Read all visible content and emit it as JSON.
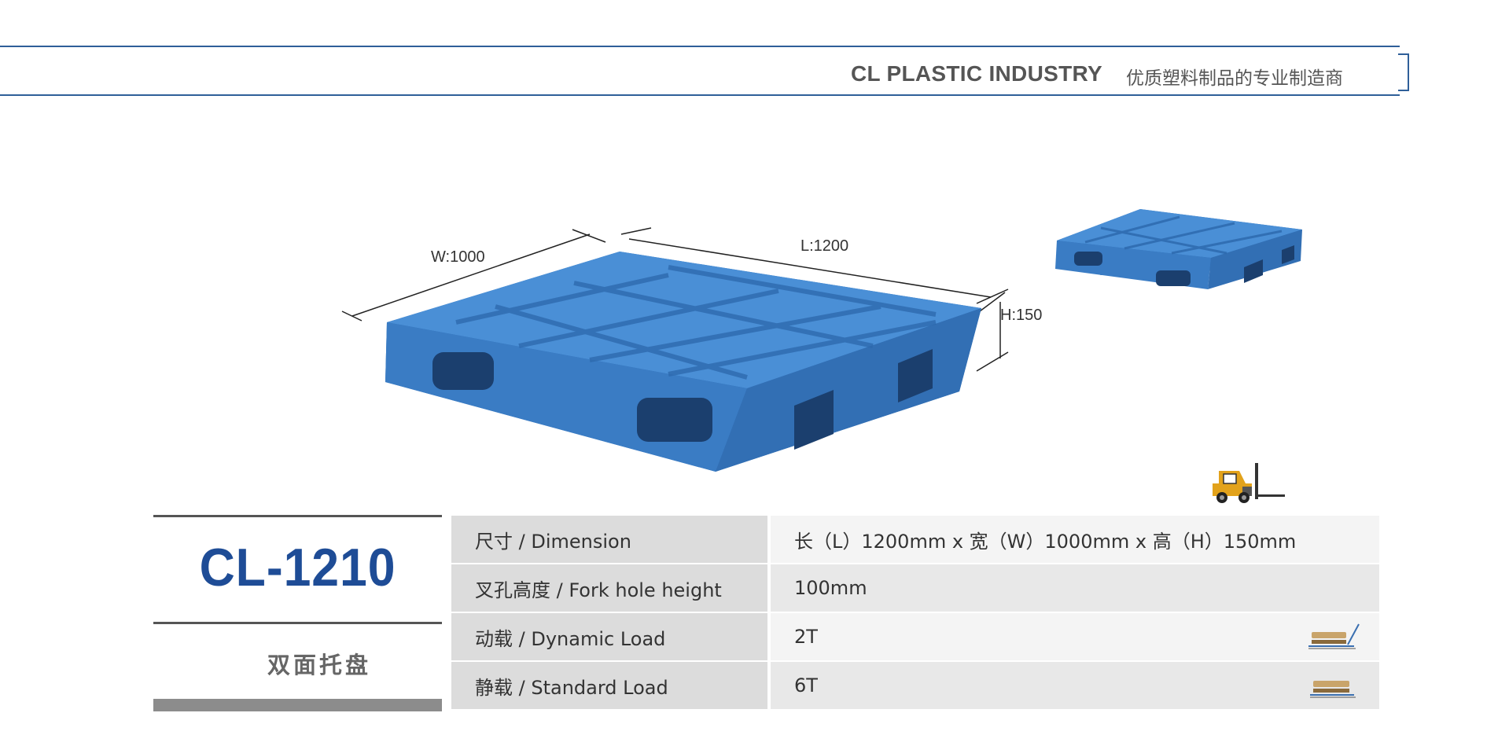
{
  "header": {
    "brand": "CL PLASTIC INDUSTRY",
    "tagline": "优质塑料制品的专业制造商"
  },
  "product": {
    "code": "CL-1210",
    "type": "双面托盘",
    "dims": {
      "width_label": "W:1000",
      "length_label": "L:1200",
      "height_label": "H:150"
    },
    "color": "#3f82c8"
  },
  "specs": [
    {
      "label": "尺寸 / Dimension",
      "value": "长（L）1200mm x 宽（W）1000mm x 高（H）150mm",
      "icon": ""
    },
    {
      "label": "叉孔高度 / Fork hole height",
      "value": "100mm",
      "icon": ""
    },
    {
      "label": "动载 / Dynamic Load",
      "value": "2T",
      "icon": "dynamic-load-icon"
    },
    {
      "label": "静载 / Standard Load",
      "value": "6T",
      "icon": "static-load-icon"
    }
  ]
}
